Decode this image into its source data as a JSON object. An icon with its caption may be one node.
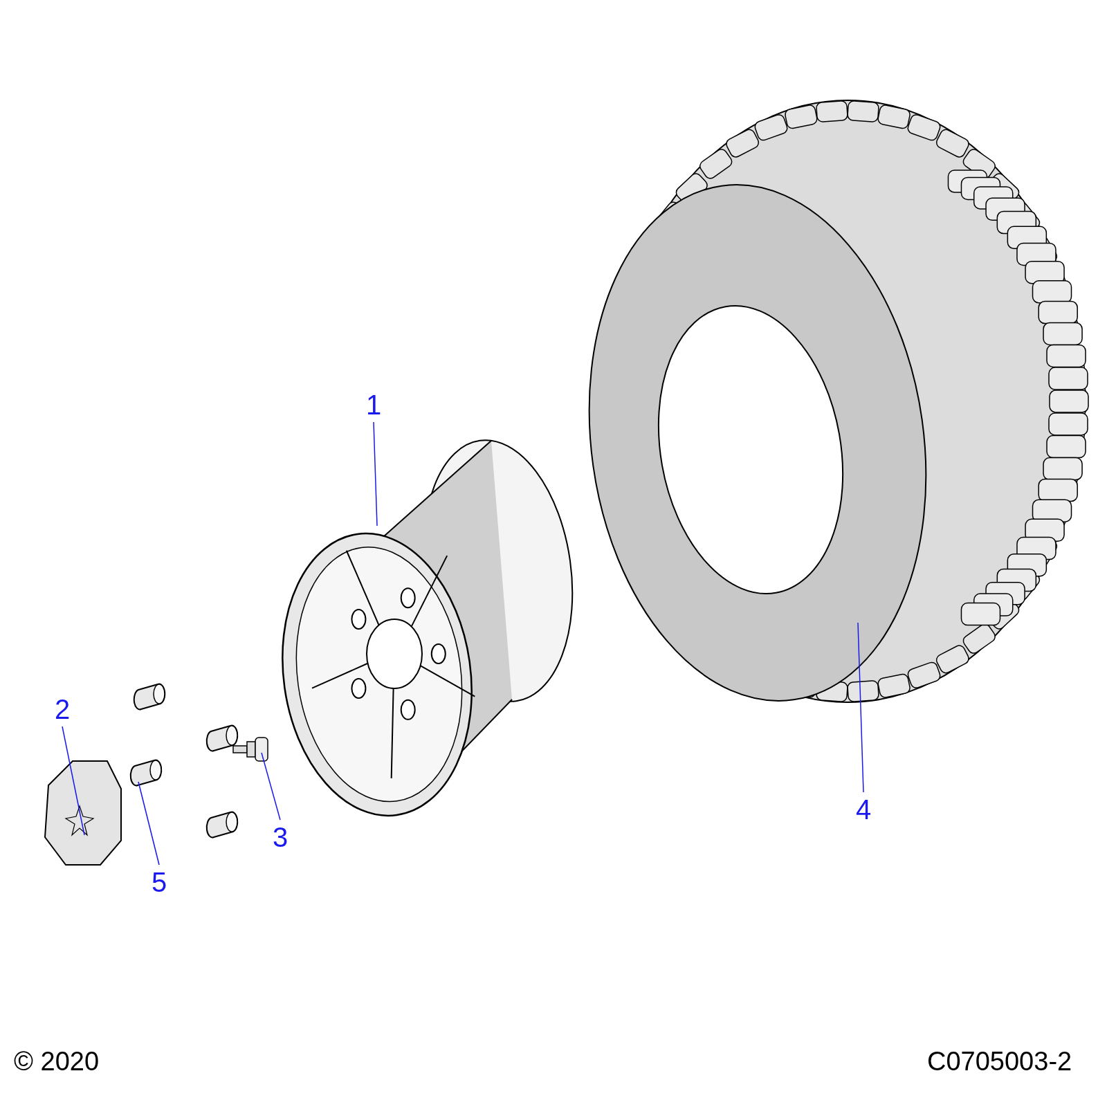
{
  "diagram": {
    "nodes": [
      {
        "text": [
          "1"
        ]
      },
      {
        "text": [],
        "shape": "picture"
      },
      {
        "text": [
          "2"
        ]
      },
      {
        "text": [],
        "shape": "picture"
      },
      {
        "text": [
          "3"
        ]
      },
      {
        "text": [],
        "shape": "picture"
      },
      {
        "text": [
          "4"
        ]
      },
      {
        "text": [],
        "shape": "picture"
      },
      {
        "text": [
          "5"
        ]
      },
      {
        "text": [],
        "shape": "picture"
      }
    ],
    "edges": [
      {
        "from": 0,
        "to": 1,
        "arrow": "none"
      },
      {
        "from": 2,
        "to": 3,
        "arrow": "none"
      },
      {
        "from": 4,
        "to": 5,
        "arrow": "none"
      },
      {
        "from": 6,
        "to": 7,
        "arrow": "none"
      },
      {
        "from": 8,
        "to": 9,
        "arrow": "none"
      }
    ],
    "labels": [
      "© 2020",
      "C0705003-2"
    ]
  }
}
